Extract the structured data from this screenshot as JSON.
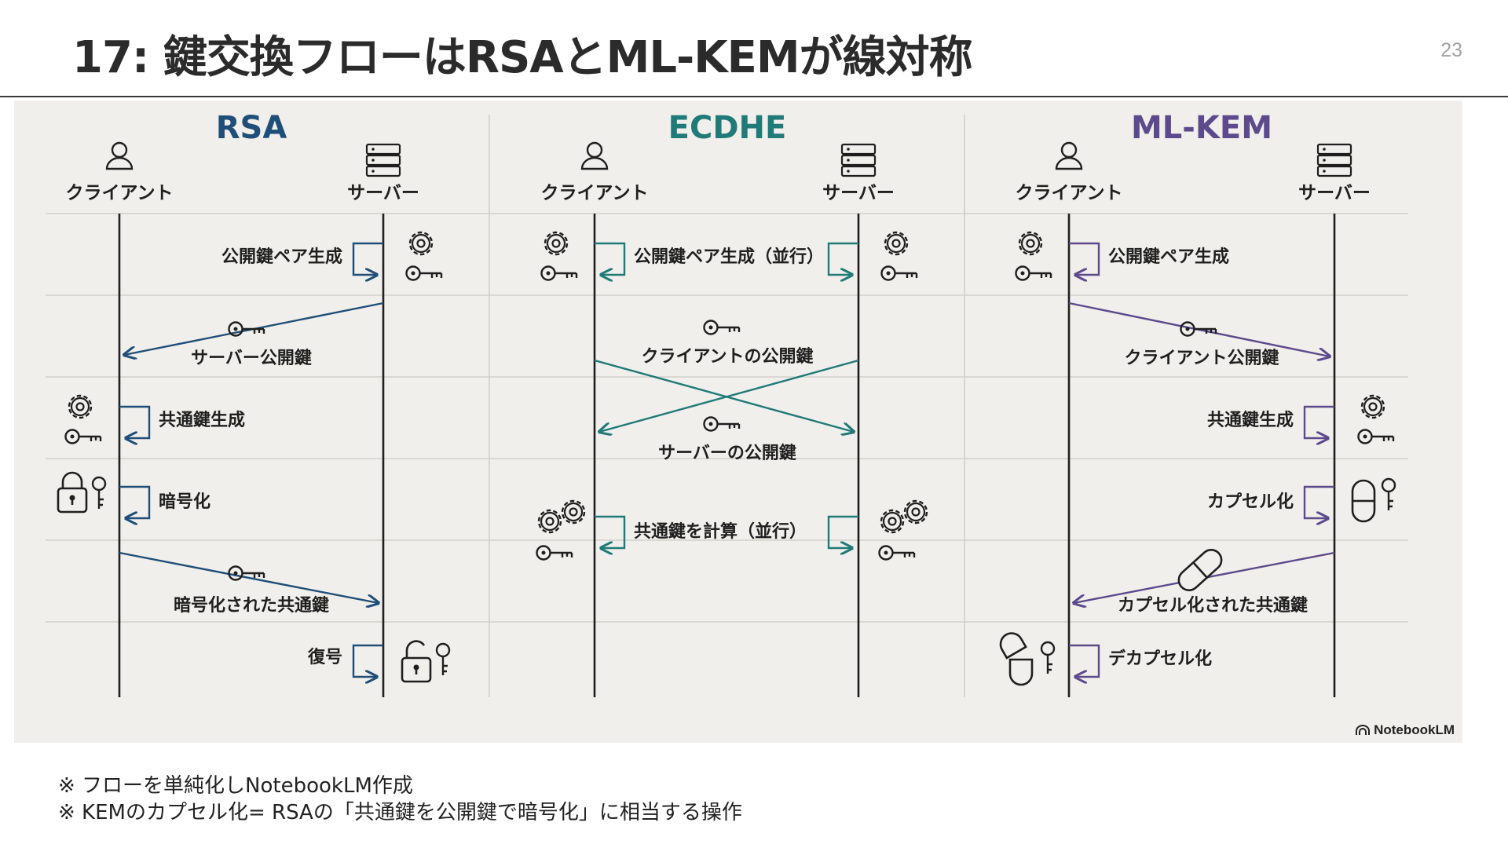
{
  "slide": {
    "title": "17: 鍵交換フローはRSAとML-KEMが線対称",
    "page_number": "23"
  },
  "colors": {
    "rsa": "#1f4e79",
    "ecdhe": "#1f7a78",
    "mlkem": "#5c4a8c",
    "line": "#1f1f1f",
    "panel": "#f0efeb"
  },
  "columns": [
    {
      "key": "rsa",
      "title": "RSA",
      "client_label": "クライアント",
      "server_label": "サーバー",
      "steps": [
        {
          "label": "公開鍵ペア生成",
          "side": "server",
          "icon": "gear-key-icon"
        },
        {
          "label": "サーバー公開鍵",
          "type": "message",
          "direction": "server-to-client",
          "icon": "key-icon"
        },
        {
          "label": "共通鍵生成",
          "side": "client",
          "icon": "gear-key-icon"
        },
        {
          "label": "暗号化",
          "side": "client",
          "icon": "lock-key-icon"
        },
        {
          "label": "暗号化された共通鍵",
          "type": "message",
          "direction": "client-to-server",
          "icon": "key-icon"
        },
        {
          "label": "復号",
          "side": "server",
          "icon": "unlock-key-icon"
        }
      ]
    },
    {
      "key": "ecdhe",
      "title": "ECDHE",
      "client_label": "クライアント",
      "server_label": "サーバー",
      "steps": [
        {
          "label": "公開鍵ペア生成（並行）",
          "side": "both",
          "icon": "gear-key-icon"
        },
        {
          "label": "クライアントの公開鍵",
          "type": "message",
          "direction": "client-to-server",
          "icon": "key-icon"
        },
        {
          "label": "サーバーの公開鍵",
          "type": "message",
          "direction": "server-to-client",
          "icon": "key-icon"
        },
        {
          "label": "共通鍵を計算（並行）",
          "side": "both",
          "icon": "gears-key-icon"
        }
      ]
    },
    {
      "key": "mlkem",
      "title": "ML-KEM",
      "client_label": "クライアント",
      "server_label": "サーバー",
      "steps": [
        {
          "label": "公開鍵ペア生成",
          "side": "client",
          "icon": "gear-key-icon"
        },
        {
          "label": "クライアント公開鍵",
          "type": "message",
          "direction": "client-to-server",
          "icon": "key-icon"
        },
        {
          "label": "共通鍵生成",
          "side": "server",
          "icon": "gear-key-icon"
        },
        {
          "label": "カプセル化",
          "side": "server",
          "icon": "capsule-key-icon"
        },
        {
          "label": "カプセル化された共通鍵",
          "type": "message",
          "direction": "server-to-client",
          "icon": "capsule-icon"
        },
        {
          "label": "デカプセル化",
          "side": "client",
          "icon": "open-capsule-key-icon"
        }
      ]
    }
  ],
  "brand": "NotebookLM",
  "notes": [
    "※ フローを単純化しNotebookLM作成",
    "※ KEMのカプセル化= RSAの「共通鍵を公開鍵で暗号化」に相当する操作"
  ]
}
